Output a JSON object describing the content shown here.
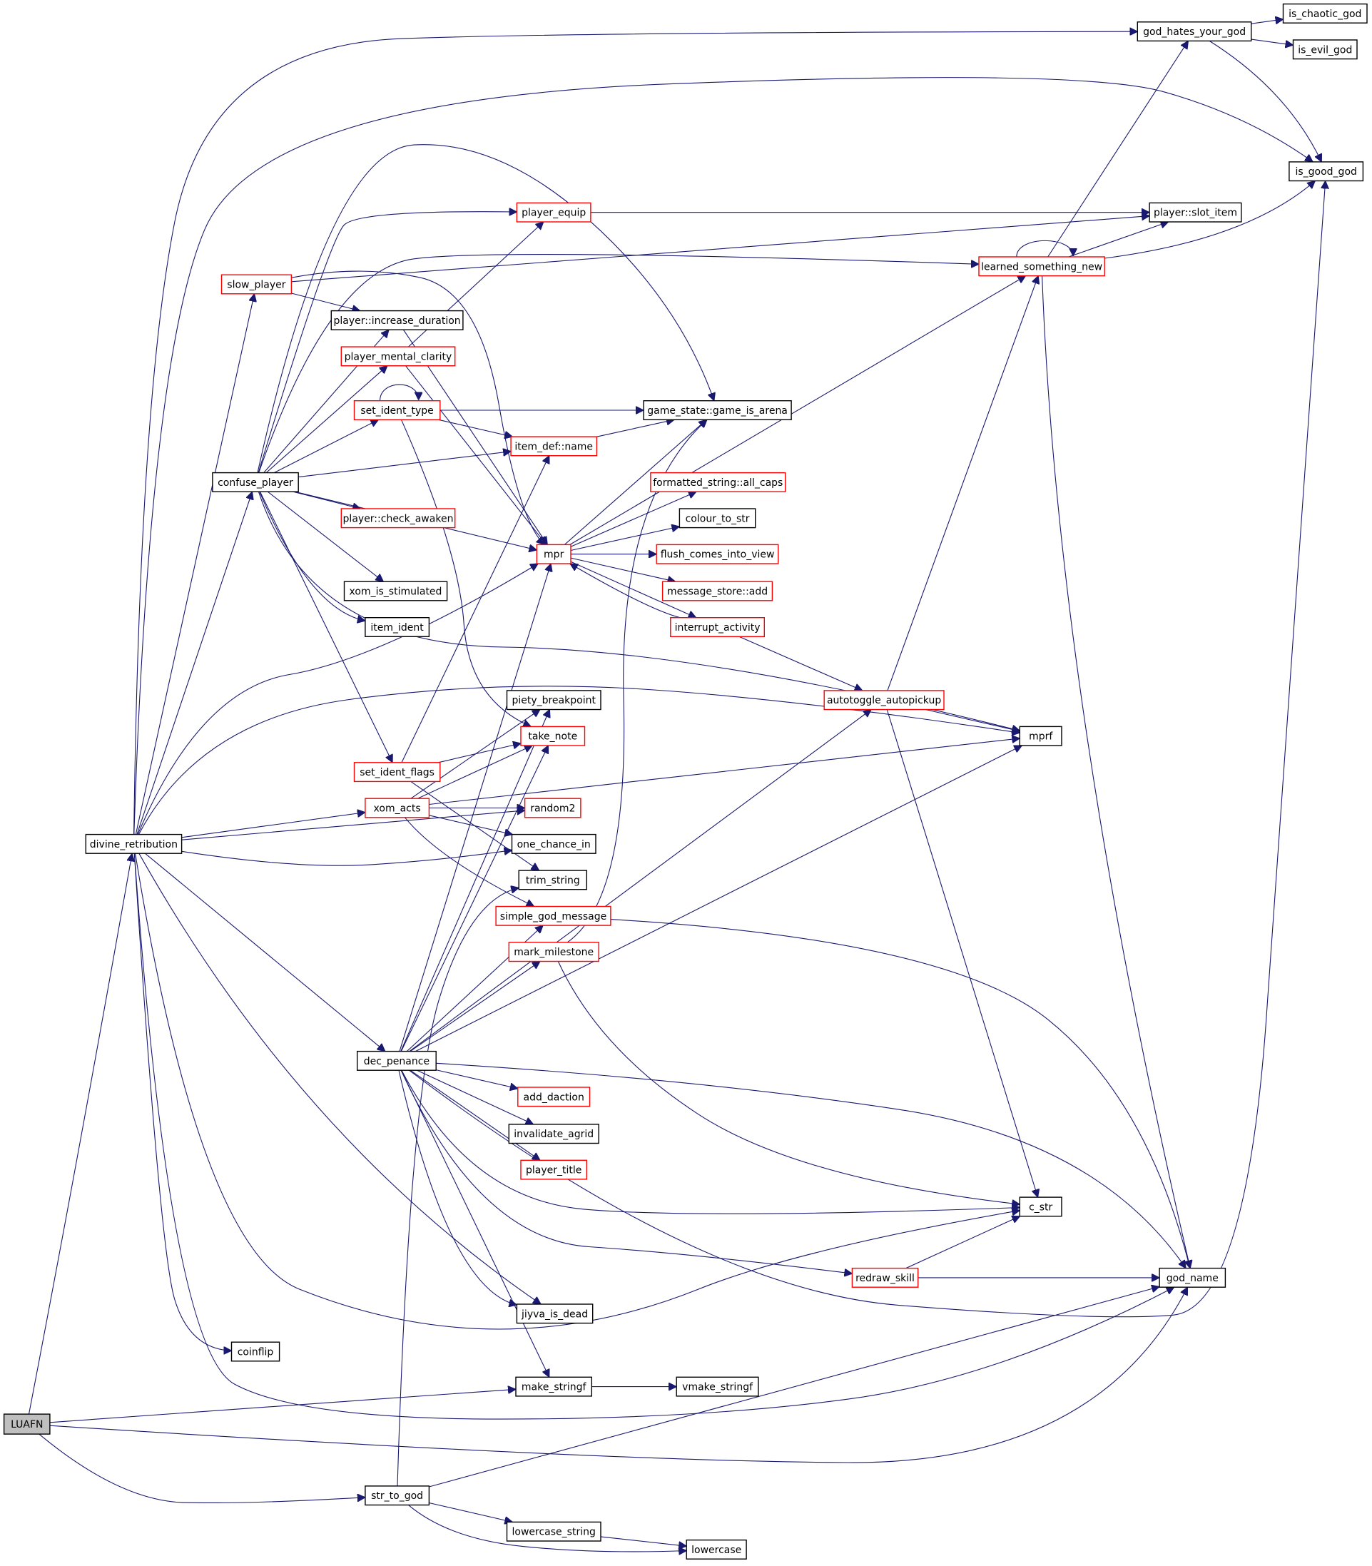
{
  "diagram": {
    "type": "call-graph",
    "nodes": [
      {
        "id": "LUAFN",
        "label": "LUAFN",
        "style": "root"
      },
      {
        "id": "divine_retribution",
        "label": "divine_retribution",
        "style": "black"
      },
      {
        "id": "confuse_player",
        "label": "confuse_player",
        "style": "black"
      },
      {
        "id": "slow_player",
        "label": "slow_player",
        "style": "red"
      },
      {
        "id": "increase_duration",
        "label": "player::increase_duration",
        "style": "black"
      },
      {
        "id": "player_mental_clarity",
        "label": "player_mental_clarity",
        "style": "red"
      },
      {
        "id": "set_ident_type",
        "label": "set_ident_type",
        "style": "red"
      },
      {
        "id": "player_equip",
        "label": "player_equip",
        "style": "red"
      },
      {
        "id": "item_def_name",
        "label": "item_def::name",
        "style": "red"
      },
      {
        "id": "check_awaken",
        "label": "player::check_awaken",
        "style": "red"
      },
      {
        "id": "xom_is_stimulated",
        "label": "xom_is_stimulated",
        "style": "black"
      },
      {
        "id": "item_ident",
        "label": "item_ident",
        "style": "black"
      },
      {
        "id": "set_ident_flags",
        "label": "set_ident_flags",
        "style": "red"
      },
      {
        "id": "xom_acts",
        "label": "xom_acts",
        "style": "red"
      },
      {
        "id": "dec_penance",
        "label": "dec_penance",
        "style": "black"
      },
      {
        "id": "coinflip",
        "label": "coinflip",
        "style": "black"
      },
      {
        "id": "str_to_god",
        "label": "str_to_god",
        "style": "black"
      },
      {
        "id": "game_is_arena",
        "label": "game_state::game_is_arena",
        "style": "black"
      },
      {
        "id": "mpr",
        "label": "mpr",
        "style": "red"
      },
      {
        "id": "piety_breakpoint",
        "label": "piety_breakpoint",
        "style": "black"
      },
      {
        "id": "take_note",
        "label": "take_note",
        "style": "red"
      },
      {
        "id": "random2",
        "label": "random2",
        "style": "red"
      },
      {
        "id": "one_chance_in",
        "label": "one_chance_in",
        "style": "black"
      },
      {
        "id": "trim_string",
        "label": "trim_string",
        "style": "black"
      },
      {
        "id": "simple_god_message",
        "label": "simple_god_message",
        "style": "red"
      },
      {
        "id": "mark_milestone",
        "label": "mark_milestone",
        "style": "red"
      },
      {
        "id": "add_daction",
        "label": "add_daction",
        "style": "red"
      },
      {
        "id": "invalidate_agrid",
        "label": "invalidate_agrid",
        "style": "black"
      },
      {
        "id": "player_title",
        "label": "player_title",
        "style": "red"
      },
      {
        "id": "jiyva_is_dead",
        "label": "jiyva_is_dead",
        "style": "black"
      },
      {
        "id": "make_stringf",
        "label": "make_stringf",
        "style": "black"
      },
      {
        "id": "vmake_stringf",
        "label": "vmake_stringf",
        "style": "black"
      },
      {
        "id": "lowercase_string",
        "label": "lowercase_string",
        "style": "black"
      },
      {
        "id": "lowercase",
        "label": "lowercase",
        "style": "black"
      },
      {
        "id": "all_caps",
        "label": "formatted_string::all_caps",
        "style": "red"
      },
      {
        "id": "colour_to_str",
        "label": "colour_to_str",
        "style": "black"
      },
      {
        "id": "flush_comes_into_view",
        "label": "flush_comes_into_view",
        "style": "red"
      },
      {
        "id": "message_store_add",
        "label": "message_store::add",
        "style": "red"
      },
      {
        "id": "interrupt_activity",
        "label": "interrupt_activity",
        "style": "red"
      },
      {
        "id": "autotoggle_autopickup",
        "label": "autotoggle_autopickup",
        "style": "red"
      },
      {
        "id": "redraw_skill",
        "label": "redraw_skill",
        "style": "red"
      },
      {
        "id": "learned_something_new",
        "label": "learned_something_new",
        "style": "red"
      },
      {
        "id": "god_hates_your_god",
        "label": "god_hates_your_god",
        "style": "black"
      },
      {
        "id": "is_chaotic_god",
        "label": "is_chaotic_god",
        "style": "black"
      },
      {
        "id": "is_evil_god",
        "label": "is_evil_god",
        "style": "black"
      },
      {
        "id": "is_good_god",
        "label": "is_good_god",
        "style": "black"
      },
      {
        "id": "slot_item",
        "label": "player::slot_item",
        "style": "black"
      },
      {
        "id": "mprf",
        "label": "mprf",
        "style": "black"
      },
      {
        "id": "c_str",
        "label": "c_str",
        "style": "black"
      },
      {
        "id": "god_name",
        "label": "god_name",
        "style": "black"
      }
    ],
    "edges": [
      [
        "LUAFN",
        "divine_retribution"
      ],
      [
        "LUAFN",
        "make_stringf"
      ],
      [
        "LUAFN",
        "god_name"
      ],
      [
        "LUAFN",
        "str_to_god"
      ],
      [
        "divine_retribution",
        "god_hates_your_god"
      ],
      [
        "divine_retribution",
        "is_good_god"
      ],
      [
        "divine_retribution",
        "slow_player"
      ],
      [
        "divine_retribution",
        "confuse_player"
      ],
      [
        "divine_retribution",
        "mpr"
      ],
      [
        "divine_retribution",
        "mprf"
      ],
      [
        "divine_retribution",
        "xom_acts"
      ],
      [
        "divine_retribution",
        "random2"
      ],
      [
        "divine_retribution",
        "one_chance_in"
      ],
      [
        "divine_retribution",
        "dec_penance"
      ],
      [
        "divine_retribution",
        "jiyva_is_dead"
      ],
      [
        "divine_retribution",
        "coinflip"
      ],
      [
        "divine_retribution",
        "c_str"
      ],
      [
        "divine_retribution",
        "god_name"
      ],
      [
        "slow_player",
        "increase_duration"
      ],
      [
        "slow_player",
        "mpr"
      ],
      [
        "slow_player",
        "slot_item"
      ],
      [
        "confuse_player",
        "player_equip"
      ],
      [
        "confuse_player",
        "game_is_arena"
      ],
      [
        "confuse_player",
        "learned_something_new"
      ],
      [
        "confuse_player",
        "increase_duration"
      ],
      [
        "confuse_player",
        "player_mental_clarity"
      ],
      [
        "confuse_player",
        "set_ident_type"
      ],
      [
        "confuse_player",
        "item_def_name"
      ],
      [
        "confuse_player",
        "check_awaken"
      ],
      [
        "confuse_player",
        "mpr"
      ],
      [
        "confuse_player",
        "xom_is_stimulated"
      ],
      [
        "confuse_player",
        "item_ident"
      ],
      [
        "confuse_player",
        "mprf"
      ],
      [
        "confuse_player",
        "set_ident_flags"
      ],
      [
        "player_equip",
        "slot_item"
      ],
      [
        "player_mental_clarity",
        "player_equip"
      ],
      [
        "player_mental_clarity",
        "mpr"
      ],
      [
        "increase_duration",
        "mpr"
      ],
      [
        "set_ident_type",
        "set_ident_type"
      ],
      [
        "set_ident_type",
        "game_is_arena"
      ],
      [
        "set_ident_type",
        "item_def_name"
      ],
      [
        "set_ident_type",
        "take_note"
      ],
      [
        "item_def_name",
        "game_is_arena"
      ],
      [
        "set_ident_flags",
        "item_def_name"
      ],
      [
        "set_ident_flags",
        "take_note"
      ],
      [
        "set_ident_flags",
        "trim_string"
      ],
      [
        "xom_acts",
        "piety_breakpoint"
      ],
      [
        "xom_acts",
        "take_note"
      ],
      [
        "xom_acts",
        "random2"
      ],
      [
        "xom_acts",
        "one_chance_in"
      ],
      [
        "xom_acts",
        "mprf"
      ],
      [
        "xom_acts",
        "simple_god_message"
      ],
      [
        "mpr",
        "game_is_arena"
      ],
      [
        "mpr",
        "all_caps"
      ],
      [
        "mpr",
        "colour_to_str"
      ],
      [
        "mpr",
        "flush_comes_into_view"
      ],
      [
        "mpr",
        "message_store_add"
      ],
      [
        "mpr",
        "interrupt_activity"
      ],
      [
        "mpr",
        "learned_something_new"
      ],
      [
        "interrupt_activity",
        "mpr"
      ],
      [
        "interrupt_activity",
        "autotoggle_autopickup"
      ],
      [
        "autotoggle_autopickup",
        "mprf"
      ],
      [
        "autotoggle_autopickup",
        "learned_something_new"
      ],
      [
        "autotoggle_autopickup",
        "c_str"
      ],
      [
        "mark_milestone",
        "game_is_arena"
      ],
      [
        "mark_milestone",
        "c_str"
      ],
      [
        "simple_god_message",
        "god_name"
      ],
      [
        "dec_penance",
        "mpr"
      ],
      [
        "dec_penance",
        "piety_breakpoint"
      ],
      [
        "dec_penance",
        "take_note"
      ],
      [
        "dec_penance",
        "simple_god_message"
      ],
      [
        "dec_penance",
        "mark_milestone"
      ],
      [
        "dec_penance",
        "autotoggle_autopickup"
      ],
      [
        "dec_penance",
        "mprf"
      ],
      [
        "dec_penance",
        "add_daction"
      ],
      [
        "dec_penance",
        "invalidate_agrid"
      ],
      [
        "dec_penance",
        "player_title"
      ],
      [
        "dec_penance",
        "c_str"
      ],
      [
        "dec_penance",
        "redraw_skill"
      ],
      [
        "dec_penance",
        "jiyva_is_dead"
      ],
      [
        "dec_penance",
        "make_stringf"
      ],
      [
        "dec_penance",
        "god_name"
      ],
      [
        "dec_penance",
        "is_good_god"
      ],
      [
        "redraw_skill",
        "c_str"
      ],
      [
        "redraw_skill",
        "god_name"
      ],
      [
        "make_stringf",
        "vmake_stringf"
      ],
      [
        "str_to_god",
        "trim_string"
      ],
      [
        "str_to_god",
        "god_name"
      ],
      [
        "str_to_god",
        "lowercase_string"
      ],
      [
        "str_to_god",
        "lowercase"
      ],
      [
        "lowercase_string",
        "lowercase"
      ],
      [
        "learned_something_new",
        "learned_something_new"
      ],
      [
        "learned_something_new",
        "god_hates_your_god"
      ],
      [
        "learned_something_new",
        "slot_item"
      ],
      [
        "learned_something_new",
        "is_good_god"
      ],
      [
        "learned_something_new",
        "god_name"
      ],
      [
        "god_hates_your_god",
        "is_chaotic_god"
      ],
      [
        "god_hates_your_god",
        "is_evil_god"
      ],
      [
        "god_hates_your_god",
        "is_good_god"
      ]
    ]
  }
}
